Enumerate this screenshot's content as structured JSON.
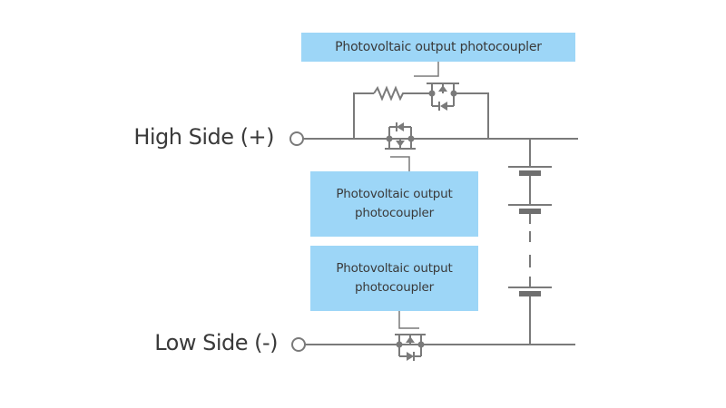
{
  "diagram": {
    "terminals": {
      "high_side": "High Side (+)",
      "low_side": "Low Side (-)"
    },
    "photocouplers": {
      "top": "Photovoltaic output photocoupler",
      "middle_line1": "Photovoltaic output",
      "middle_line2": "photocoupler",
      "lower_line1": "Photovoltaic output",
      "lower_line2": "photocoupler"
    },
    "components": {
      "precharge_resistor": "resistor-icon",
      "precharge_mosfet": "mosfet-icon",
      "high_side_mosfet": "mosfet-icon",
      "low_side_mosfet": "mosfet-icon",
      "battery_stack": "battery-cells-icon"
    },
    "colors": {
      "box_fill": "#9dd6f7",
      "wire": "#7a7a7a",
      "text": "#3a3a3a"
    }
  }
}
